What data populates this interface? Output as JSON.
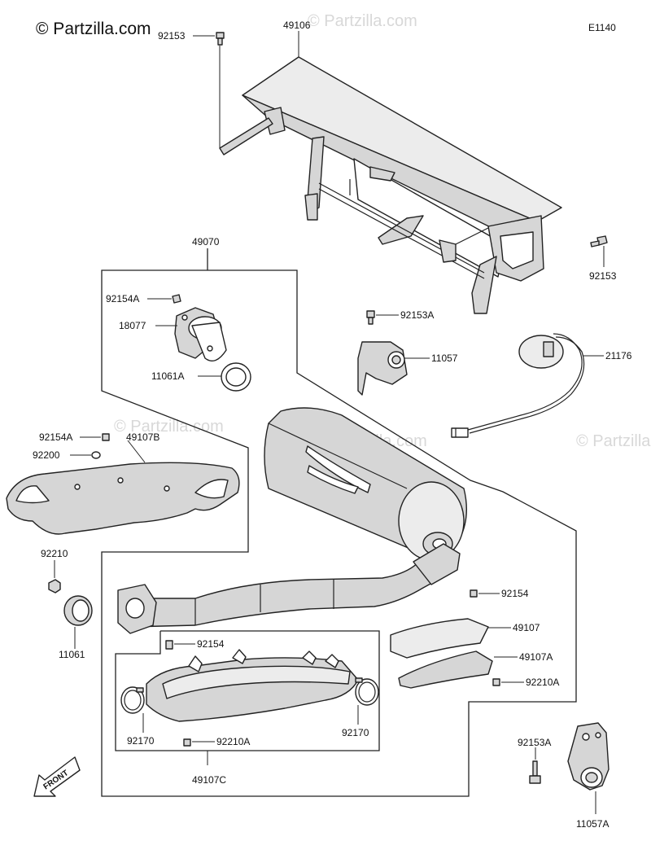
{
  "brand": {
    "text": "© Partzilla.com"
  },
  "watermark": "© Partzilla.com",
  "diagram_code": "E1140",
  "front_label": "FRONT",
  "callouts": {
    "c49106": "49106",
    "c92153_top": "92153",
    "c92153_right": "92153",
    "c49070": "49070",
    "c92154A": "92154A",
    "c18077": "18077",
    "c11061A": "11061A",
    "c92153A": "92153A",
    "c11057": "11057",
    "c21176": "21176",
    "c92154A_2": "92154A",
    "c92200": "92200",
    "c49107B": "49107B",
    "c92210": "92210",
    "c11061": "11061",
    "c92154_right": "92154",
    "c49107": "49107",
    "c49107A": "49107A",
    "c92210A_right": "92210A",
    "c92154_inner": "92154",
    "c92170_left": "92170",
    "c92210A_inner": "92210A",
    "c92170_right": "92170",
    "c49107C": "49107C",
    "c92153A_bottom": "92153A",
    "c11057A": "11057A"
  }
}
